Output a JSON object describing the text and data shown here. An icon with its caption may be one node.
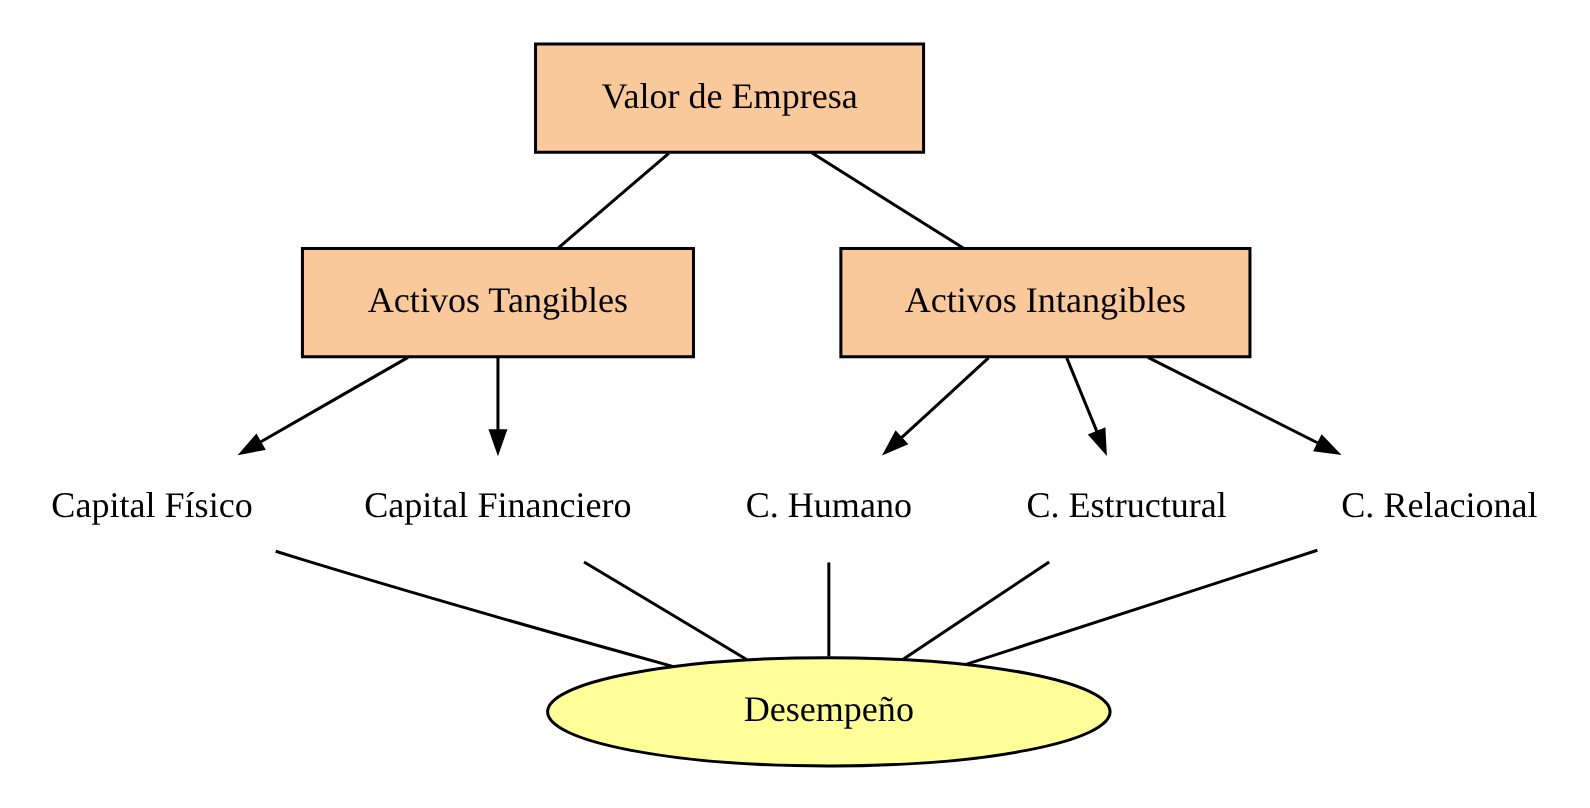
{
  "diagram": {
    "nodes": [
      {
        "text": [
          "Valor de Empresa"
        ]
      },
      {
        "text": [
          "Activos Tangibles"
        ]
      },
      {
        "text": [
          "Activos Intangibles"
        ]
      },
      {
        "text": [
          "Capital Físico"
        ]
      },
      {
        "text": [
          "Capital Financiero"
        ]
      },
      {
        "text": [
          "C. Humano"
        ]
      },
      {
        "text": [
          "C. Estructural"
        ]
      },
      {
        "text": [
          "C. Relacional"
        ]
      },
      {
        "text": [
          "Desempeño"
        ]
      }
    ],
    "edges": [
      {
        "from": 0,
        "to": 1,
        "arrow": "none"
      },
      {
        "from": 0,
        "to": 2,
        "arrow": "none"
      },
      {
        "from": 1,
        "to": 3,
        "arrow": "to"
      },
      {
        "from": 1,
        "to": 4,
        "arrow": "to"
      },
      {
        "from": 2,
        "to": 5,
        "arrow": "to"
      },
      {
        "from": 2,
        "to": 6,
        "arrow": "to"
      },
      {
        "from": 2,
        "to": 7,
        "arrow": "to"
      },
      {
        "from": 3,
        "to": 8,
        "arrow": "none"
      },
      {
        "from": 4,
        "to": 8,
        "arrow": "none"
      },
      {
        "from": 5,
        "to": 8,
        "arrow": "none"
      },
      {
        "from": 6,
        "to": 8,
        "arrow": "none"
      },
      {
        "from": 7,
        "to": 8,
        "arrow": "none"
      }
    ]
  }
}
